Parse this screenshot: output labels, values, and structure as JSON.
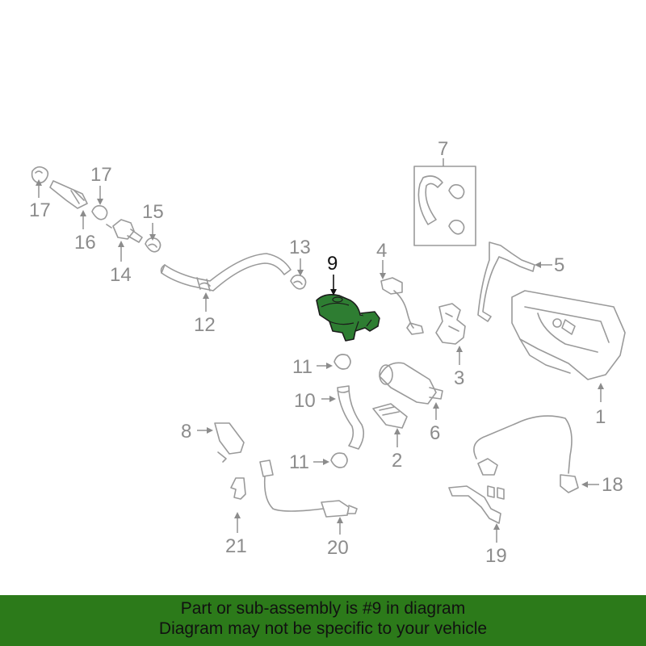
{
  "callouts": {
    "c1": "1",
    "c2": "2",
    "c3": "3",
    "c4": "4",
    "c5": "5",
    "c6": "6",
    "c7": "7",
    "c8": "8",
    "c9": "9",
    "c10": "10",
    "c11a": "11",
    "c11b": "11",
    "c12": "12",
    "c13": "13",
    "c14": "14",
    "c15": "15",
    "c16": "16",
    "c17a": "17",
    "c17b": "17",
    "c18": "18",
    "c19": "19",
    "c20": "20",
    "c21": "21"
  },
  "highlight": {
    "part_number": "9",
    "color": "#2e7d32"
  },
  "banner": {
    "line1": "Part or sub-assembly is #9 in diagram",
    "line2": "Diagram may not be specific to your vehicle",
    "color": "#2c7a1a"
  },
  "colors": {
    "part_stroke": "#9a9a9a",
    "callout_text": "#8c8c8c"
  }
}
